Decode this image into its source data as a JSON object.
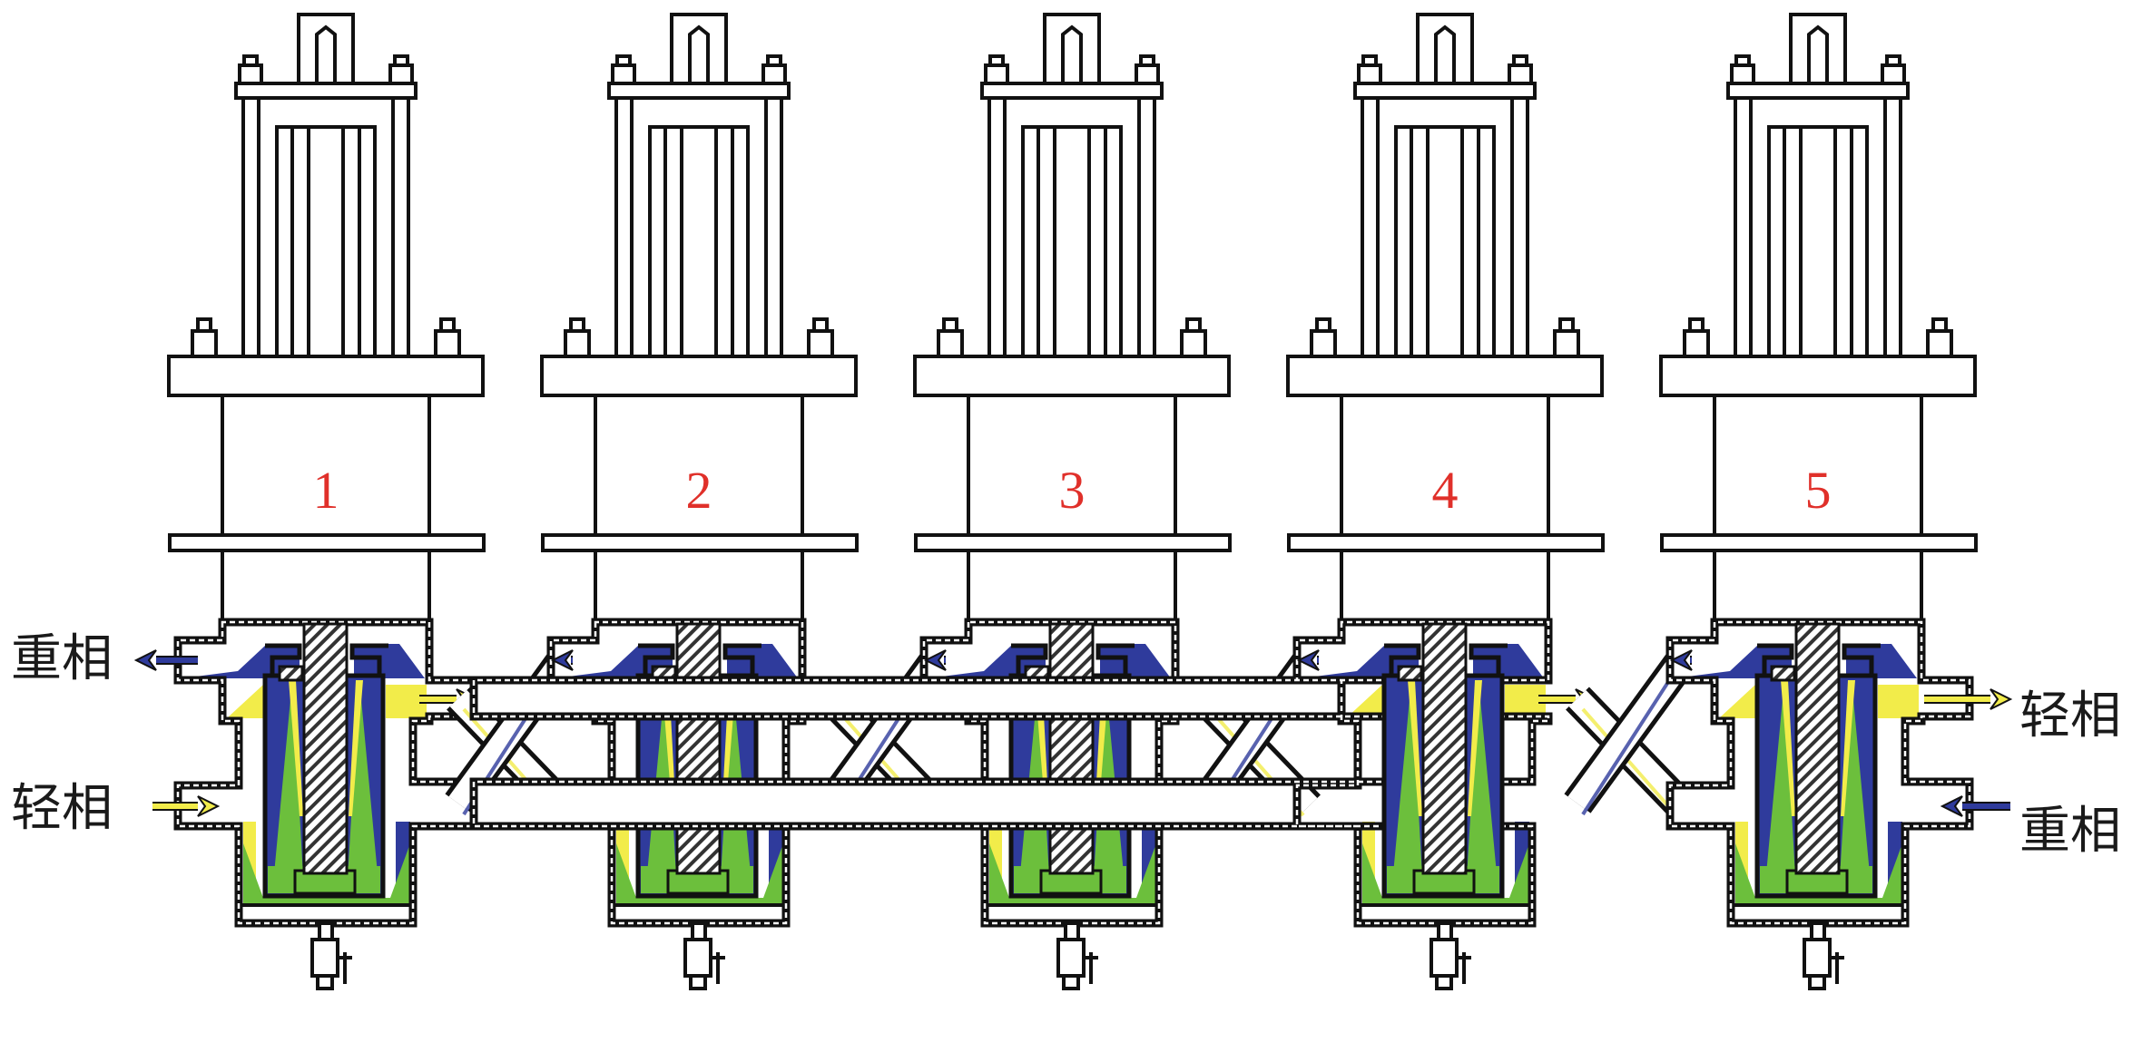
{
  "figure": {
    "units": [
      "1",
      "2",
      "3",
      "4",
      "5"
    ],
    "left_labels": {
      "heavy_phase_out": "重相",
      "light_phase_in": "轻相"
    },
    "right_labels": {
      "light_phase_out": "轻相",
      "heavy_phase_in": "重相"
    }
  },
  "colors": {
    "heavy_phase": "#2f3b9c",
    "light_phase": "#f2ec4a",
    "mixed_phase": "#6cbf3c",
    "unit_number": "#e0302a",
    "outline": "#111111"
  }
}
